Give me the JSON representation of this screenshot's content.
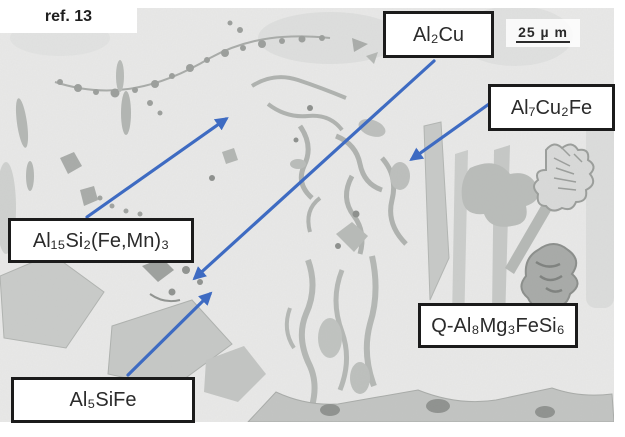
{
  "figure": {
    "reference_label": "ref. 13",
    "scale_bar_label": "25 µ m",
    "phases": {
      "al2cu": "Al₂Cu",
      "al7cu2fe": "Al₇Cu₂Fe",
      "al15si2femn3": "Al₁₅Si₂(Fe,Mn)₃",
      "q_al8mg3fesi6": "Q-Al₈Mg₃FeSi₆",
      "al5sife": "Al₅SiFe"
    },
    "colors": {
      "arrow": "#3e6bc2",
      "box_border": "#1b1b1b",
      "micrograph_background": "#e9e9e8"
    }
  }
}
